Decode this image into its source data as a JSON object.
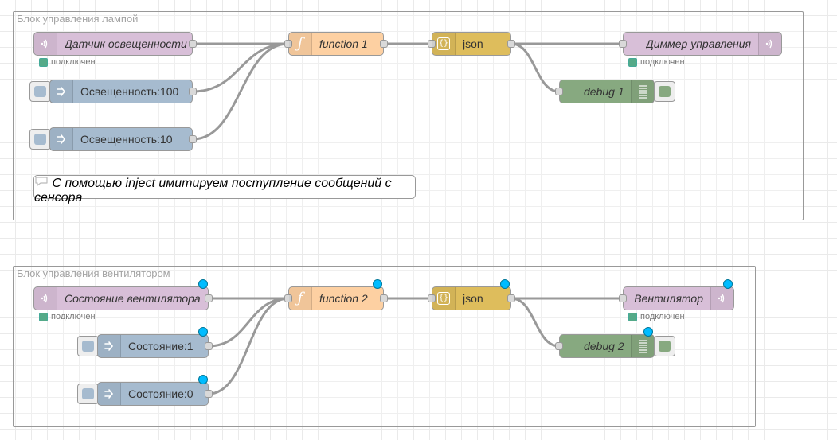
{
  "groups": [
    {
      "label": "Блок управления лампой"
    },
    {
      "label": "Блок управления вентилятором"
    }
  ],
  "nodes": {
    "sensor_in": {
      "label": "Датчик освещенности",
      "status": "подключен",
      "icon": "mqtt-wifi-icon"
    },
    "inject_100": {
      "label": "Освещенность:100",
      "icon": "inject-arrow-icon"
    },
    "inject_10": {
      "label": "Освещенность:10",
      "icon": "inject-arrow-icon"
    },
    "function1": {
      "label": "function 1",
      "icon": "function-icon"
    },
    "json1": {
      "label": "json",
      "icon": "json-braces-icon"
    },
    "dimmer_out": {
      "label": "Диммер управления",
      "status": "подключен",
      "icon": "mqtt-wifi-icon"
    },
    "debug1": {
      "label": "debug 1",
      "icon": "debug-list-icon"
    },
    "comment1": {
      "label": "С помощью inject имитируем поступление сообщений с сенсора",
      "icon": "comment-bubble-icon"
    },
    "fan_state_in": {
      "label": "Состояние вентилятора",
      "status": "подключен",
      "icon": "mqtt-wifi-icon"
    },
    "inject_state1": {
      "label": "Состояние:1",
      "icon": "inject-arrow-icon"
    },
    "inject_state0": {
      "label": "Состояние:0",
      "icon": "inject-arrow-icon"
    },
    "function2": {
      "label": "function 2",
      "icon": "function-icon"
    },
    "json2": {
      "label": "json",
      "icon": "json-braces-icon"
    },
    "fan_out": {
      "label": "Вентилятор",
      "status": "подключен",
      "icon": "mqtt-wifi-icon"
    },
    "debug2": {
      "label": "debug 2",
      "icon": "debug-list-icon"
    }
  },
  "colors": {
    "mqtt": "#d8bfd8",
    "inject": "#a6bbcf",
    "function": "#fdd0a2",
    "json": "#debd5c",
    "debug": "#87a980",
    "status_connected": "#55aa88",
    "changed_marker": "#00bcff",
    "wire": "#999999"
  }
}
